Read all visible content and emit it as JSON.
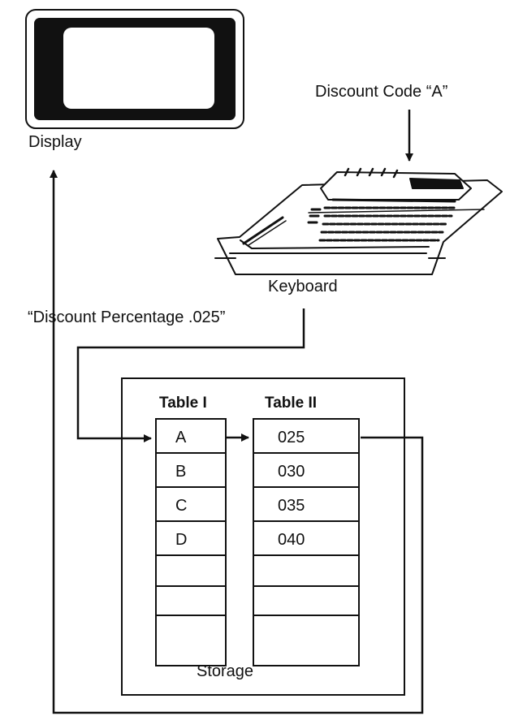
{
  "display": {
    "label": "Display"
  },
  "keyboard": {
    "label": "Keyboard"
  },
  "input": {
    "label": "Discount Code “A”"
  },
  "output": {
    "label": "“Discount Percentage  .025”"
  },
  "storage": {
    "label": "Storage",
    "table1": {
      "title": "Table I",
      "cells": [
        "A",
        "B",
        "C",
        "D",
        "",
        "",
        ""
      ]
    },
    "table2": {
      "title": "Table II",
      "cells": [
        "025",
        "030",
        "035",
        "040",
        "",
        "",
        ""
      ]
    }
  },
  "colors": {
    "ink": "#111111",
    "background": "#ffffff"
  }
}
